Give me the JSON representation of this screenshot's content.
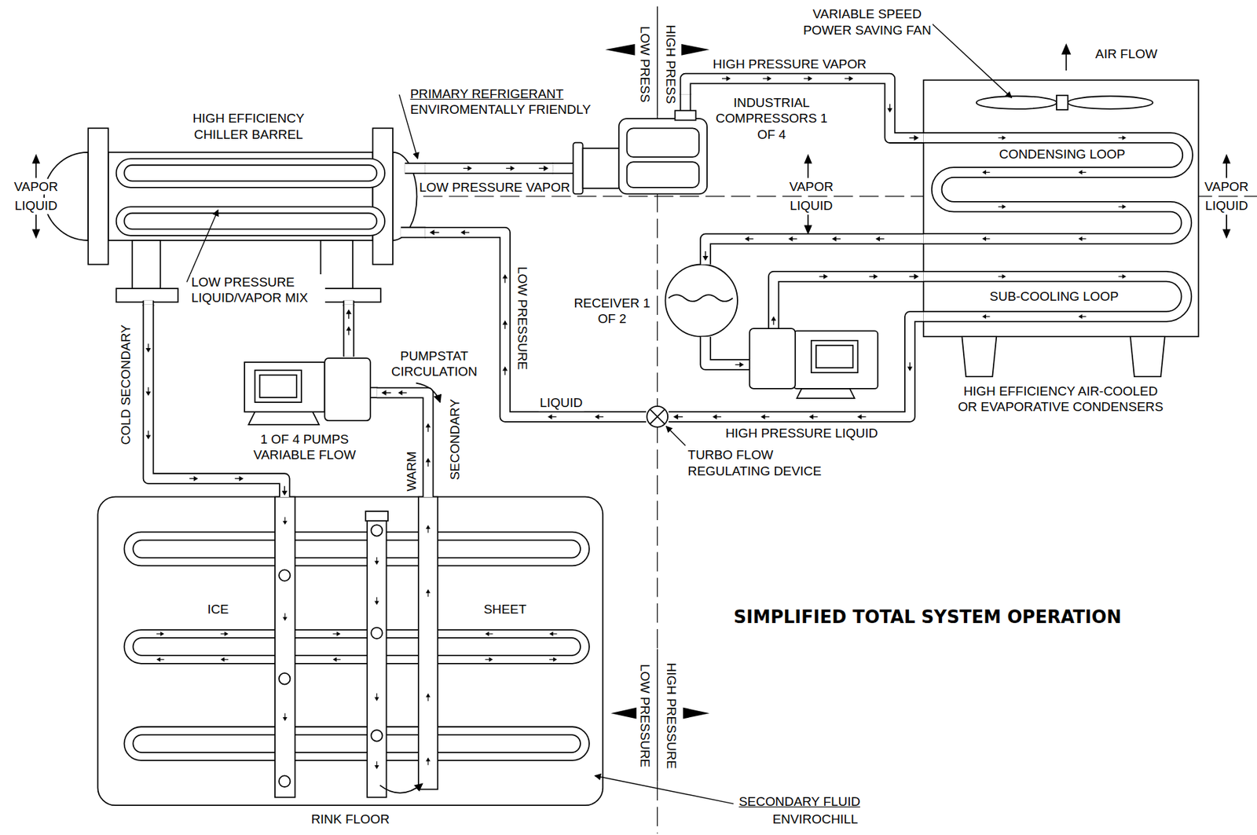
{
  "diagram": {
    "title": "SIMPLIFIED TOTAL SYSTEM OPERATION",
    "nodes": [
      {
        "text": [
          "HIGH EFFICIENCY CHILLER BARREL"
        ]
      },
      {
        "text": [
          "INDUSTRIAL COMPRESSORS 1 OF 4"
        ]
      },
      {
        "text": [
          "HIGH EFFICIENCY AIR-COOLED OR EVAPORATIVE CONDENSERS"
        ]
      },
      {
        "text": [
          "RECEIVER 1 OF 2"
        ]
      },
      {
        "text": [
          "TURBO FLOW REGULATING DEVICE"
        ]
      },
      {
        "text": [
          "1 OF 4 PUMPS VARIABLE FLOW"
        ]
      },
      {
        "text": [
          "RINK FLOOR"
        ]
      }
    ],
    "edges": [
      {
        "from": 0,
        "to": 1,
        "arrow": "to",
        "label": "LOW PRESSURE VAPOR"
      },
      {
        "from": 1,
        "to": 2,
        "arrow": "to",
        "label": "HIGH PRESSURE VAPOR"
      },
      {
        "from": 2,
        "to": 3,
        "arrow": "to"
      },
      {
        "from": 3,
        "to": 2,
        "arrow": "to"
      },
      {
        "from": 2,
        "to": 4,
        "arrow": "to",
        "label": "HIGH PRESSURE LIQUID"
      },
      {
        "from": 4,
        "to": 0,
        "arrow": "to",
        "label": "LIQUID"
      },
      {
        "from": 0,
        "to": 6,
        "arrow": "to",
        "label": "COLD SECONDARY"
      },
      {
        "from": 6,
        "to": 5,
        "arrow": "to"
      },
      {
        "from": 5,
        "to": 0,
        "arrow": "to"
      }
    ],
    "labels": [
      "PRIMARY REFRIGERANT",
      "ENVIROMENTALLY FRIENDLY",
      "VAPOR",
      "LIQUID",
      "LOW PRESS",
      "HIGH PRESS",
      "VARIABLE SPEED POWER SAVING FAN",
      "AIR FLOW",
      "VAPOR",
      "LIQUID",
      "VAPOR",
      "LIQUID",
      "CONDENSING LOOP",
      "SUB-COOLING LOOP",
      "LOW PRESSURE LIQUID/VAPOR MIX",
      "LOW PRESSURE",
      "PUMPSTAT CIRCULATION",
      "WARM",
      "SECONDARY",
      "ICE",
      "SHEET",
      "LOW PRESSURE",
      "HIGH PRESSURE",
      "SECONDARY FLUID",
      "ENVIROCHILL"
    ]
  }
}
